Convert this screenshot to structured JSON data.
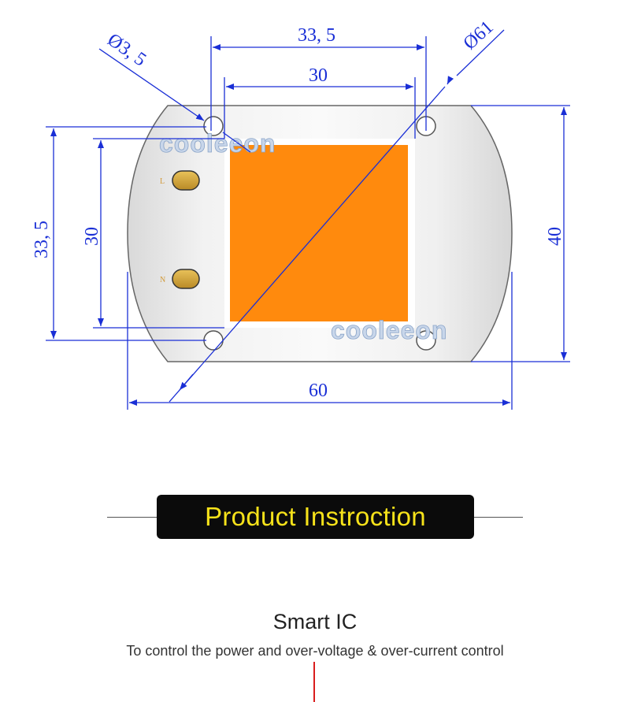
{
  "diagram": {
    "dimensions": {
      "top_outer": "33, 5",
      "top_inner": "30",
      "left_outer": "33, 5",
      "left_inner": "30",
      "right_height": "40",
      "bottom_width": "60",
      "hole_diameter": "Ø3, 5",
      "board_diameter": "Ø61"
    },
    "pad_labels": {
      "live": "L",
      "neutral": "N"
    },
    "watermark": "cooleeon",
    "colors": {
      "dimension_line": "#1a2fd6",
      "led_emitter": "#ff8a0d",
      "board": "#e9e9e9",
      "pad": "#d7a93c"
    }
  },
  "section": {
    "title": "Product Instroction"
  },
  "feature": {
    "title": "Smart IC",
    "description": "To control the power and over-voltage & over-current control"
  }
}
